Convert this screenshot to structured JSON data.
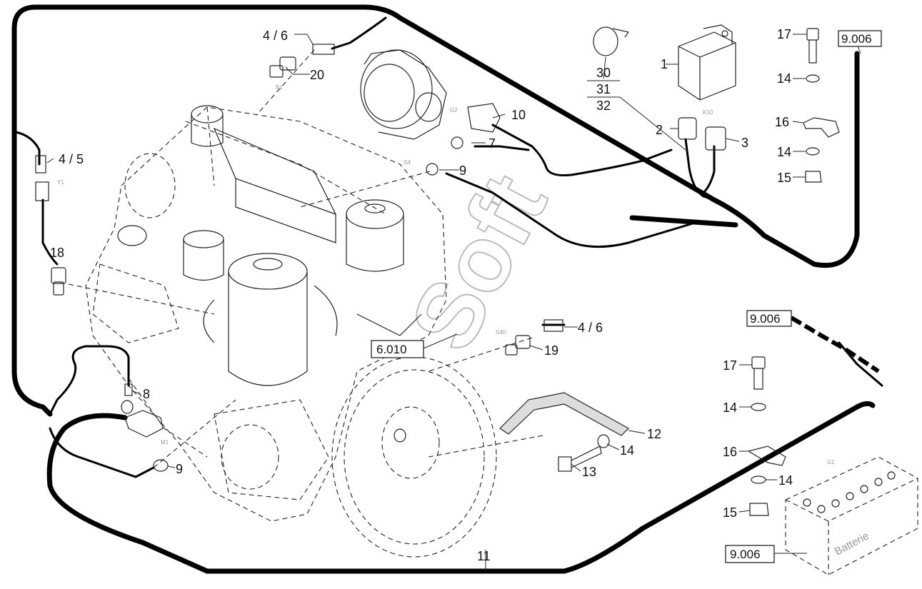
{
  "labels": {
    "p1": "1",
    "p2": "2",
    "p3": "3",
    "p4_5": "4 / 5",
    "p4_6_top": "4 / 6",
    "p4_6_mid": "4 / 6",
    "p7": "7",
    "p8": "8",
    "p9_top": "9",
    "p9_bottom": "9",
    "p10": "10",
    "p11": "11",
    "p12": "12",
    "p13": "13",
    "p14_r1": "14",
    "p14_r2": "14",
    "p14_b1": "14",
    "p14_b2": "14",
    "p14_mid": "14",
    "p15_r": "15",
    "p15_b": "15",
    "p16_r": "16",
    "p16_b": "16",
    "p17_r": "17",
    "p17_b": "17",
    "p18": "18",
    "p19": "19",
    "p20": "20",
    "p30": "30",
    "p31": "31",
    "p32": "32"
  },
  "refs": {
    "ref_top_right": "9.006",
    "ref_mid_right": "9.006",
    "ref_bottom_right": "9.006",
    "ref_center": "6.010"
  },
  "battery_text": "Batterie",
  "watermark": "Soft",
  "small_codes": {
    "b1": "B1",
    "g2": "G2",
    "m1": "M1",
    "s4": "S4",
    "s40": "S40",
    "y1": "Y1",
    "g1": "G1",
    "k10": "K10"
  }
}
